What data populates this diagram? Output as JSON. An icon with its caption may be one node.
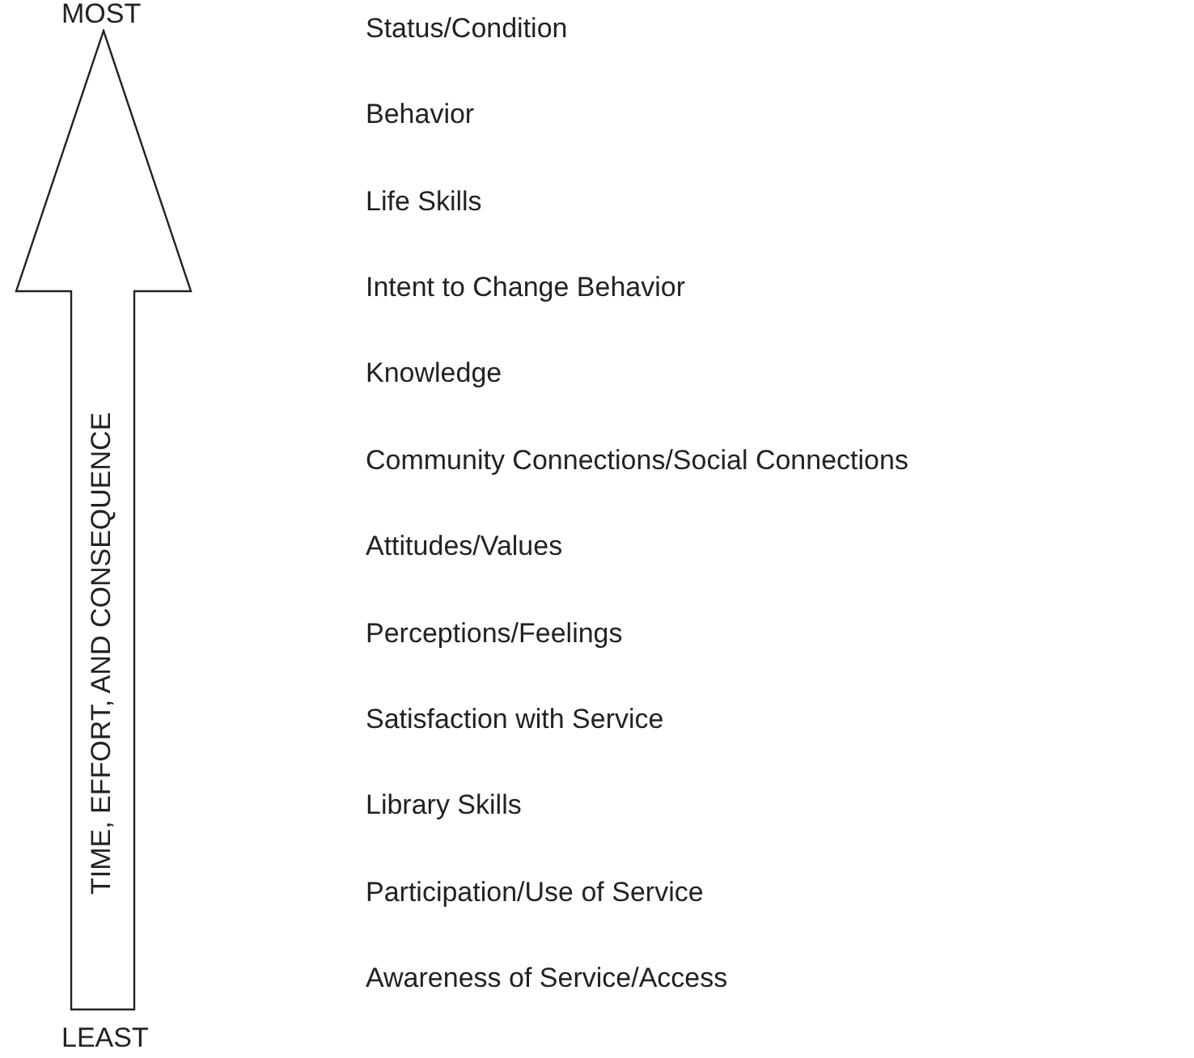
{
  "diagram": {
    "nodes": [
      {
        "text": [
          "TIME, EFFORT, AND CONSEQUENCE"
        ]
      }
    ],
    "labels": [
      "MOST",
      "Status/Condition",
      "Behavior",
      "Life Skills",
      "Intent to Change Behavior",
      "Knowledge",
      "Community Connections/Social Connections",
      "Attitudes/Values",
      "Perceptions/Feelings",
      "Satisfaction with Service",
      "Library Skills",
      "Participation/Use of Service",
      "Awareness of Service/Access",
      "LEAST"
    ]
  }
}
